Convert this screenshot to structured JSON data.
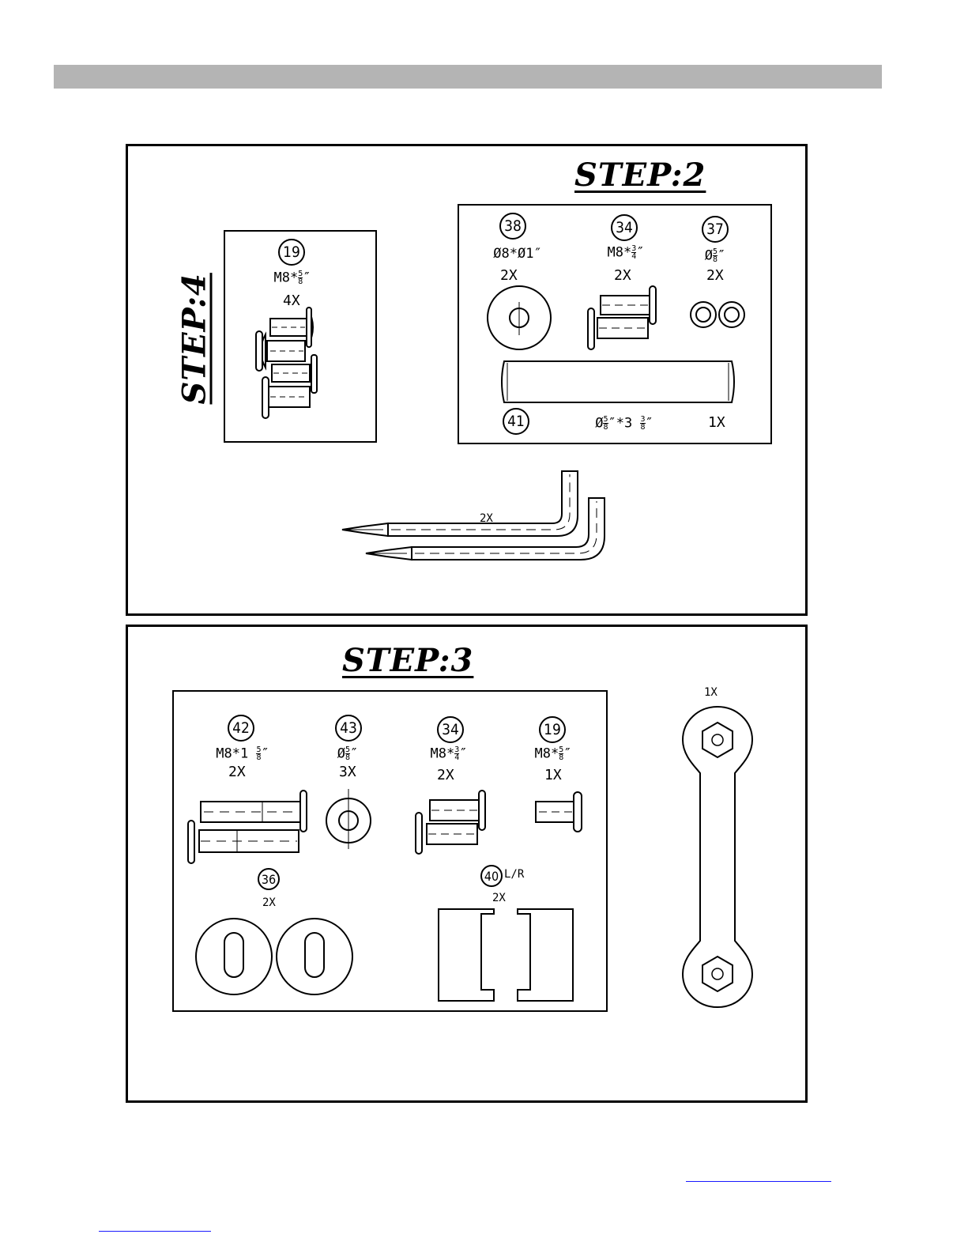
{
  "step2": {
    "title": "STEP:2",
    "parts": [
      {
        "number": "38",
        "spec": "Ø8*Ø1″",
        "qty": "2X"
      },
      {
        "number": "34",
        "spec_main": "M8*",
        "spec_frac_num": "3",
        "spec_frac_den": "4",
        "spec_suffix": "″",
        "qty": "2X"
      },
      {
        "number": "37",
        "spec_main": "Ø",
        "spec_frac_num": "5",
        "spec_frac_den": "8",
        "spec_suffix": "″",
        "qty": "2X"
      },
      {
        "number": "41",
        "spec_main": "Ø",
        "spec_frac_num": "5",
        "spec_frac_den": "8",
        "spec_mid": "″*3 ",
        "spec_frac2_num": "3",
        "spec_frac2_den": "8",
        "spec_suffix": "″",
        "qty": "1X"
      }
    ],
    "tool_qty": "2X"
  },
  "step4": {
    "title": "STEP:4",
    "part": {
      "number": "19",
      "spec_main": "M8*",
      "spec_frac_num": "5",
      "spec_frac_den": "8",
      "spec_suffix": "″",
      "qty": "4X"
    }
  },
  "step3": {
    "title": "STEP:3",
    "parts": [
      {
        "number": "42",
        "spec_main": "M8*1 ",
        "spec_frac_num": "5",
        "spec_frac_den": "8",
        "spec_suffix": "″",
        "qty": "2X"
      },
      {
        "number": "43",
        "spec_main": "Ø",
        "spec_frac_num": "5",
        "spec_frac_den": "8",
        "spec_suffix": "″",
        "qty": "3X"
      },
      {
        "number": "34",
        "spec_main": "M8*",
        "spec_frac_num": "3",
        "spec_frac_den": "4",
        "spec_suffix": "″",
        "qty": "2X"
      },
      {
        "number": "19",
        "spec_main": "M8*",
        "spec_frac_num": "5",
        "spec_frac_den": "8",
        "spec_suffix": "″",
        "qty": "1X"
      },
      {
        "number": "36",
        "qty": "2X"
      },
      {
        "number": "40",
        "suffix": "L/R",
        "qty": "2X"
      }
    ],
    "wrench_qty": "1X"
  },
  "colors": {
    "header_bar": "#b4b4b4",
    "link_underline": "#1a1aff"
  }
}
